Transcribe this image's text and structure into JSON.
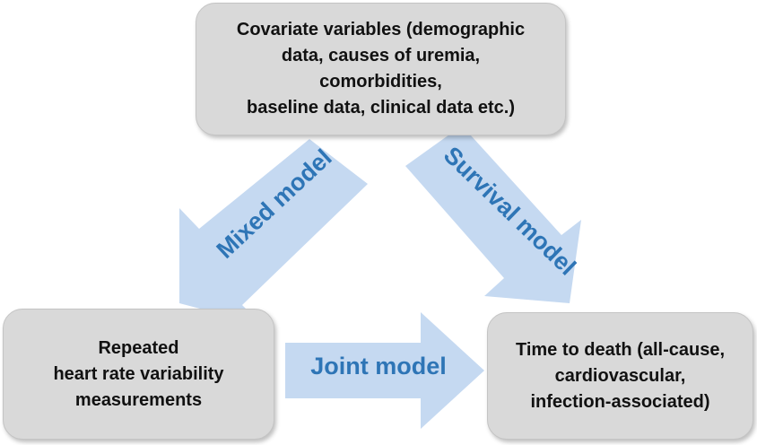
{
  "colors": {
    "box_fill": "#d9d9d9",
    "box_border": "#c4c4c4",
    "arrow_fill": "#c5d9f1",
    "arrow_text": "#2e75b6"
  },
  "boxes": {
    "covariates": "Covariate variables (demographic\ndata, causes of uremia,\ncomorbidities,\nbaseline data, clinical data etc.)",
    "hrv": "Repeated\nheart rate variability\nmeasurements",
    "death": "Time to death (all-cause,\ncardiovascular,\ninfection-associated)"
  },
  "arrows": {
    "mixed": "Mixed model",
    "survival": "Survival model",
    "joint": "Joint model"
  }
}
